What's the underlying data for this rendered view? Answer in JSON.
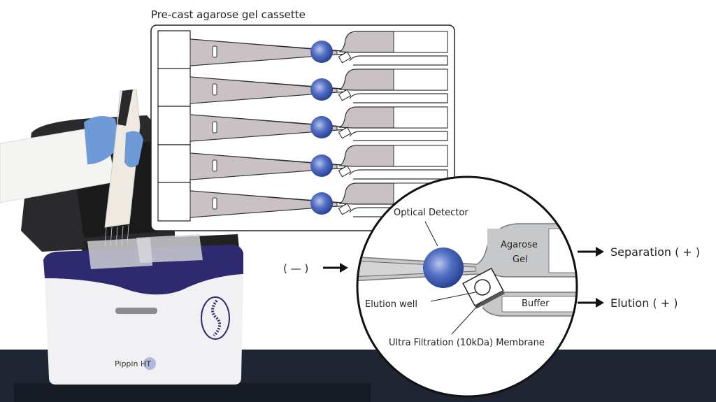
{
  "title": "Pre-cast agarose gel cassette",
  "labels": {
    "optical_detector": "Optical Detector",
    "agarose_gel_line1": "Agarose",
    "agarose_gel_line2": "Gel",
    "elution_well": "Elution well",
    "buffer": "Buffer",
    "membrane": "Ultra Filtration (10kDa) Membrane",
    "negative": "( — )",
    "separation": "Separation ( + )",
    "elution": "Elution ( + )"
  },
  "instrument_brand": "Pippin HT",
  "colors": {
    "background_band": "#1f2533",
    "gel_gray": "#c9c1c3",
    "detector_blue": "#3e5fb0",
    "instrument_purple": "#2f2a70"
  }
}
